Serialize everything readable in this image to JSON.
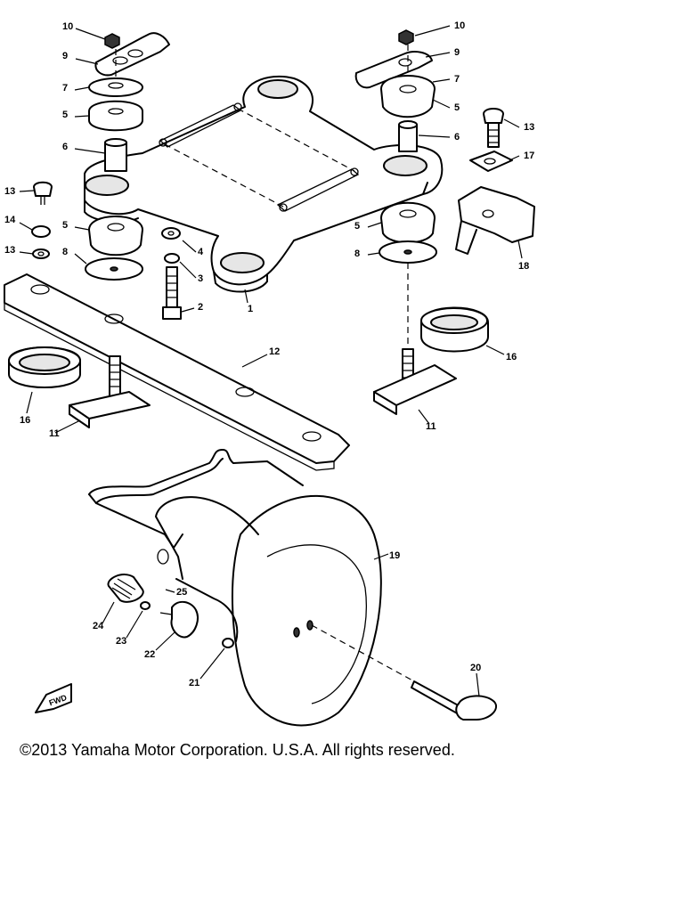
{
  "callouts": [
    {
      "label": "10"
    },
    {
      "label": "9"
    },
    {
      "label": "7"
    },
    {
      "label": "5"
    },
    {
      "label": "6"
    },
    {
      "label": "13"
    },
    {
      "label": "14"
    },
    {
      "label": "13"
    },
    {
      "label": "5"
    },
    {
      "label": "8"
    },
    {
      "label": "4"
    },
    {
      "label": "3"
    },
    {
      "label": "2"
    },
    {
      "label": "1"
    },
    {
      "label": "12"
    },
    {
      "label": "16"
    },
    {
      "label": "11"
    },
    {
      "label": "10"
    },
    {
      "label": "9"
    },
    {
      "label": "7"
    },
    {
      "label": "5"
    },
    {
      "label": "6"
    },
    {
      "label": "13"
    },
    {
      "label": "17"
    },
    {
      "label": "18"
    },
    {
      "label": "5"
    },
    {
      "label": "8"
    },
    {
      "label": "16"
    },
    {
      "label": "11"
    },
    {
      "label": "19"
    },
    {
      "label": "25"
    },
    {
      "label": "24"
    },
    {
      "label": "23"
    },
    {
      "label": "22"
    },
    {
      "label": "21"
    },
    {
      "label": "20"
    }
  ],
  "fwd_mark": "FWD",
  "copyright": "©2013 Yamaha Motor Corporation. U.S.A. All rights reserved."
}
